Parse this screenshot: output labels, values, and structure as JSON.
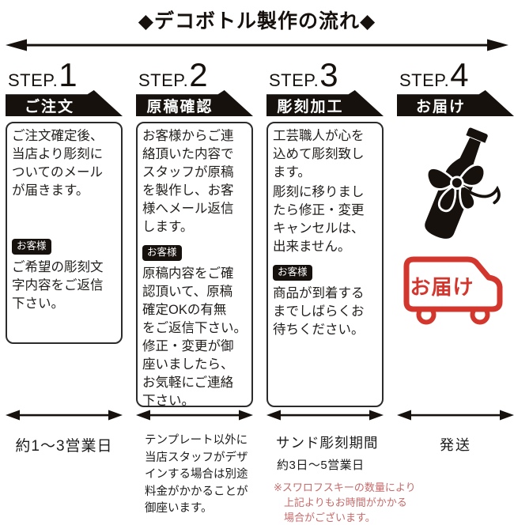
{
  "title": "◆デコボトル製作の流れ◆",
  "colors": {
    "banner_black": "#17110e",
    "truck_red": "#d3362d",
    "note_red": "#c76a6a"
  },
  "steps": [
    {
      "label": "STEP.",
      "number": "1",
      "banner": "ご注文",
      "para1": "ご注文確定後、\n当店より彫刻に\nついてのメール\nが届きます。",
      "badge": "お客様",
      "para2": "ご希望の彫刻文\n字内容をご返信\n下さい。"
    },
    {
      "label": "STEP.",
      "number": "2",
      "banner": "原稿確認",
      "para1": "お客様からご連\n絡頂いた内容で\nスタッフが原稿\nを製作し、お客\n様へメール返信\nします。",
      "badge": "お客様",
      "para2": "原稿内容をご確\n認頂いて、原稿\n確定OKの有無\nをご返信下さい。\n修正・変更が御\n座いましたら、\nお気軽にご連絡\n下さい。"
    },
    {
      "label": "STEP.",
      "number": "3",
      "banner": "彫刻加工",
      "para1": "工芸職人が心を\n込めて彫刻致し\nます。",
      "para2": "彫刻に移りまし\nたら修正・変更\nキャンセルは、\n出来ません。",
      "badge": "お客様",
      "para3": "商品が到着する\nまでしばらくお\n待ちください。"
    },
    {
      "label": "STEP.",
      "number": "4",
      "banner": "お届け",
      "truck_label": "お届け"
    }
  ],
  "footer": {
    "col1_caption": "約1〜3営業日",
    "col2_caption": "テンプレート以外に\n当店スタッフがデザ\nインする場合は別途\n料金がかかることが\n御座います。",
    "col3_title": "サンド彫刻期間",
    "col3_subtitle": "約3日〜5営業日",
    "col3_note": "※スワロフスキーの数量により\n　上記よりもお時間がかかる\n　場合がございます。",
    "col4_caption": "発送"
  }
}
